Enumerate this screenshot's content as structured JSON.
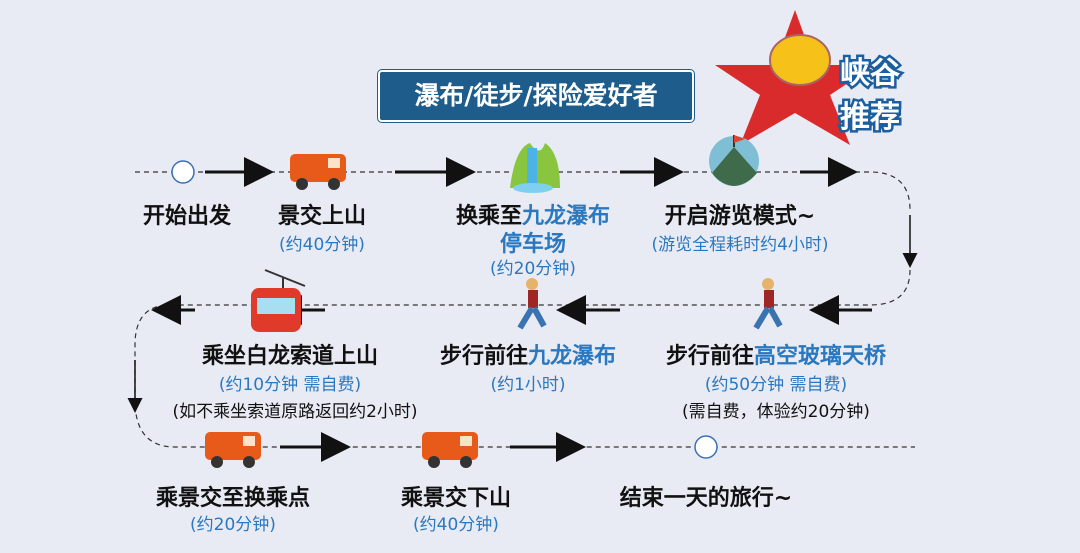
{
  "title": "瀑布/徒步/探险爱好者",
  "badge": {
    "line1": "峡谷",
    "line2": "推荐"
  },
  "steps": [
    {
      "label": "开始出发"
    },
    {
      "label": "景交上山",
      "sub": "(约40分钟)"
    },
    {
      "label_a": "换乘至",
      "label_b": "九龙瀑布",
      "label_c": "停车场",
      "sub": "(约20分钟)"
    },
    {
      "label": "开启游览模式~",
      "sub": "(游览全程耗时约4小时)"
    },
    {
      "label_a": "步行前往",
      "label_b": "高空玻璃天桥",
      "sub": "(约50分钟  需自费)",
      "note": "(需自费，体验约20分钟)"
    },
    {
      "label_a": "步行前往",
      "label_b": "九龙瀑布",
      "sub": "(约1小时)"
    },
    {
      "label": "乘坐白龙索道上山",
      "sub": "(约10分钟 需自费)",
      "note": "(如不乘坐索道原路返回约2小时)"
    },
    {
      "label": "乘景交至换乘点",
      "sub": "(约20分钟)"
    },
    {
      "label": "乘景交下山",
      "sub": "(约40分钟)"
    },
    {
      "label": "结束一天的旅行~"
    }
  ]
}
